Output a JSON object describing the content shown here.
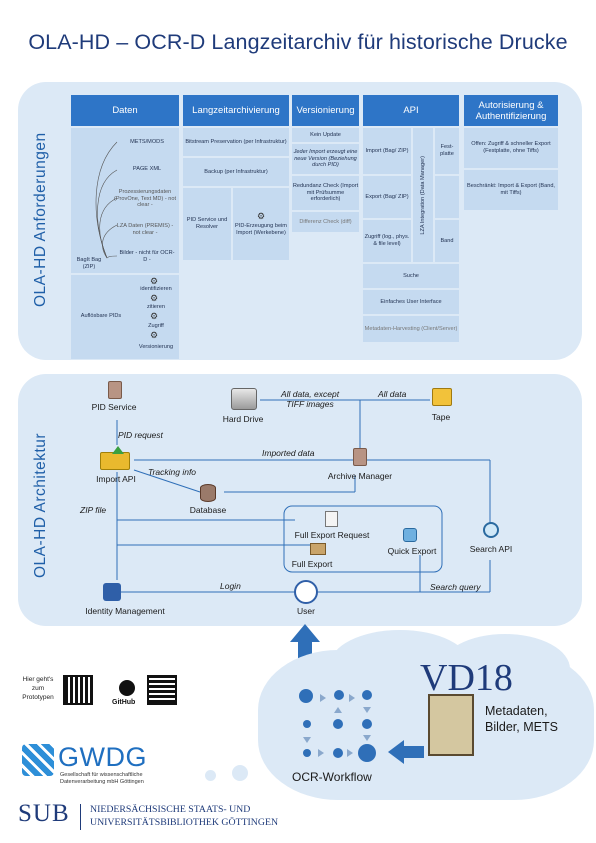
{
  "title": "OLA-HD – OCR-D Langzeitarchiv für historische Drucke",
  "panel_requirements_label": "OLA-HD Anforderungen",
  "panel_architecture_label": "OLA-HD Architektur",
  "requirements": {
    "daten": {
      "header": "Daten",
      "mets_mods": "METS/MODS",
      "page_xml": "PAGE XML",
      "prozess": "Prozessierungsdaten (ProvOne, Text MD) - not clear -",
      "lza": "LZA Daten (PREMIS) - not clear -",
      "bilder": "Bilder - nicht für OCR-D -",
      "bagit": "BagIt Bag (ZIP)",
      "pids": "Auflösbare PIDs",
      "pid_identifizieren": "identifizieren",
      "pid_zitieren": "zitieren",
      "pid_zugriff": "Zugriff",
      "pid_versionierung": "Versionierung"
    },
    "langzeit": {
      "header": "Langzeitarchivierung",
      "bitstream": "Bitstream Preservation (per Infrastruktur)",
      "backup": "Backup (per Infrastruktur)",
      "pid_service": "PID Service und Resolver",
      "pid_erzeugung": "PID-Erzeugung beim Import (Werkebene)"
    },
    "versionierung": {
      "header": "Versionierung",
      "kein_update": "Kein Update",
      "jeder_import": "Jeder Import erzeugt eine neue Version (Beziehung durch PID)",
      "redundanz": "Redundanz Check (Import mit Prüfsumme erforderlich)",
      "differenz": "Differenz Check (diff)"
    },
    "api": {
      "header": "API",
      "import": "Import (Bag/ ZIP)",
      "export": "Export (Bag/ ZIP)",
      "zugriff": "Zugriff (log., phys. & file level)",
      "lza_integration": "LZA Integration (Data Manager)",
      "festplatte": "Fest-platte",
      "band": "Band",
      "suche": "Suche",
      "ui": "Einfaches User Interface",
      "harvesting": "Metadaten-Harvesting (Client/Server)"
    },
    "auth": {
      "header": "Autorisierung & Authentifizierung",
      "offen": "Offen: Zugriff & schneller Export (Festplatte, ohne Tiffs)",
      "beschraenkt": "Beschränkt: Import & Export (Band, mit Tiffs)"
    }
  },
  "architecture": {
    "pid_service": "PID Service",
    "hard_drive": "Hard Drive",
    "all_data_except": "All data, except TIFF images",
    "all_data": "All data",
    "tape": "Tape",
    "pid_request": "PID request",
    "import_api": "Import API",
    "imported_data": "Imported data",
    "tracking_info": "Tracking info",
    "archive_manager": "Archive Manager",
    "database": "Database",
    "zip_file": "ZIP file",
    "full_export_request": "Full Export Request",
    "full_export": "Full Export",
    "quick_export": "Quick Export",
    "search_api": "Search API",
    "login": "Login",
    "search_query": "Search query",
    "identity_management": "Identity Management",
    "user": "User"
  },
  "cloud": {
    "vd18": "VD18",
    "vd18_sub": "Metadaten, Bilder, METS",
    "workflow": "OCR-Workflow"
  },
  "footer": {
    "prototype_label": "Hier geht's zum Prototypen",
    "github": "GitHub",
    "gwdg": "GWDG",
    "gwdg_sub": "Gesellschaft für wissenschaftliche Datenverarbeitung mbH Göttingen",
    "sub_logo": "SUB",
    "sub_text": "NIEDERSÄCHSISCHE STAATS- UND UNIVERSITÄTSBIBLIOTHEK GÖTTINGEN"
  },
  "colors": {
    "title": "#1f3b7a",
    "panel": "#dce9f6",
    "header": "#2e75c7",
    "cell": "#c5daf0",
    "line": "#2f6fb8"
  }
}
